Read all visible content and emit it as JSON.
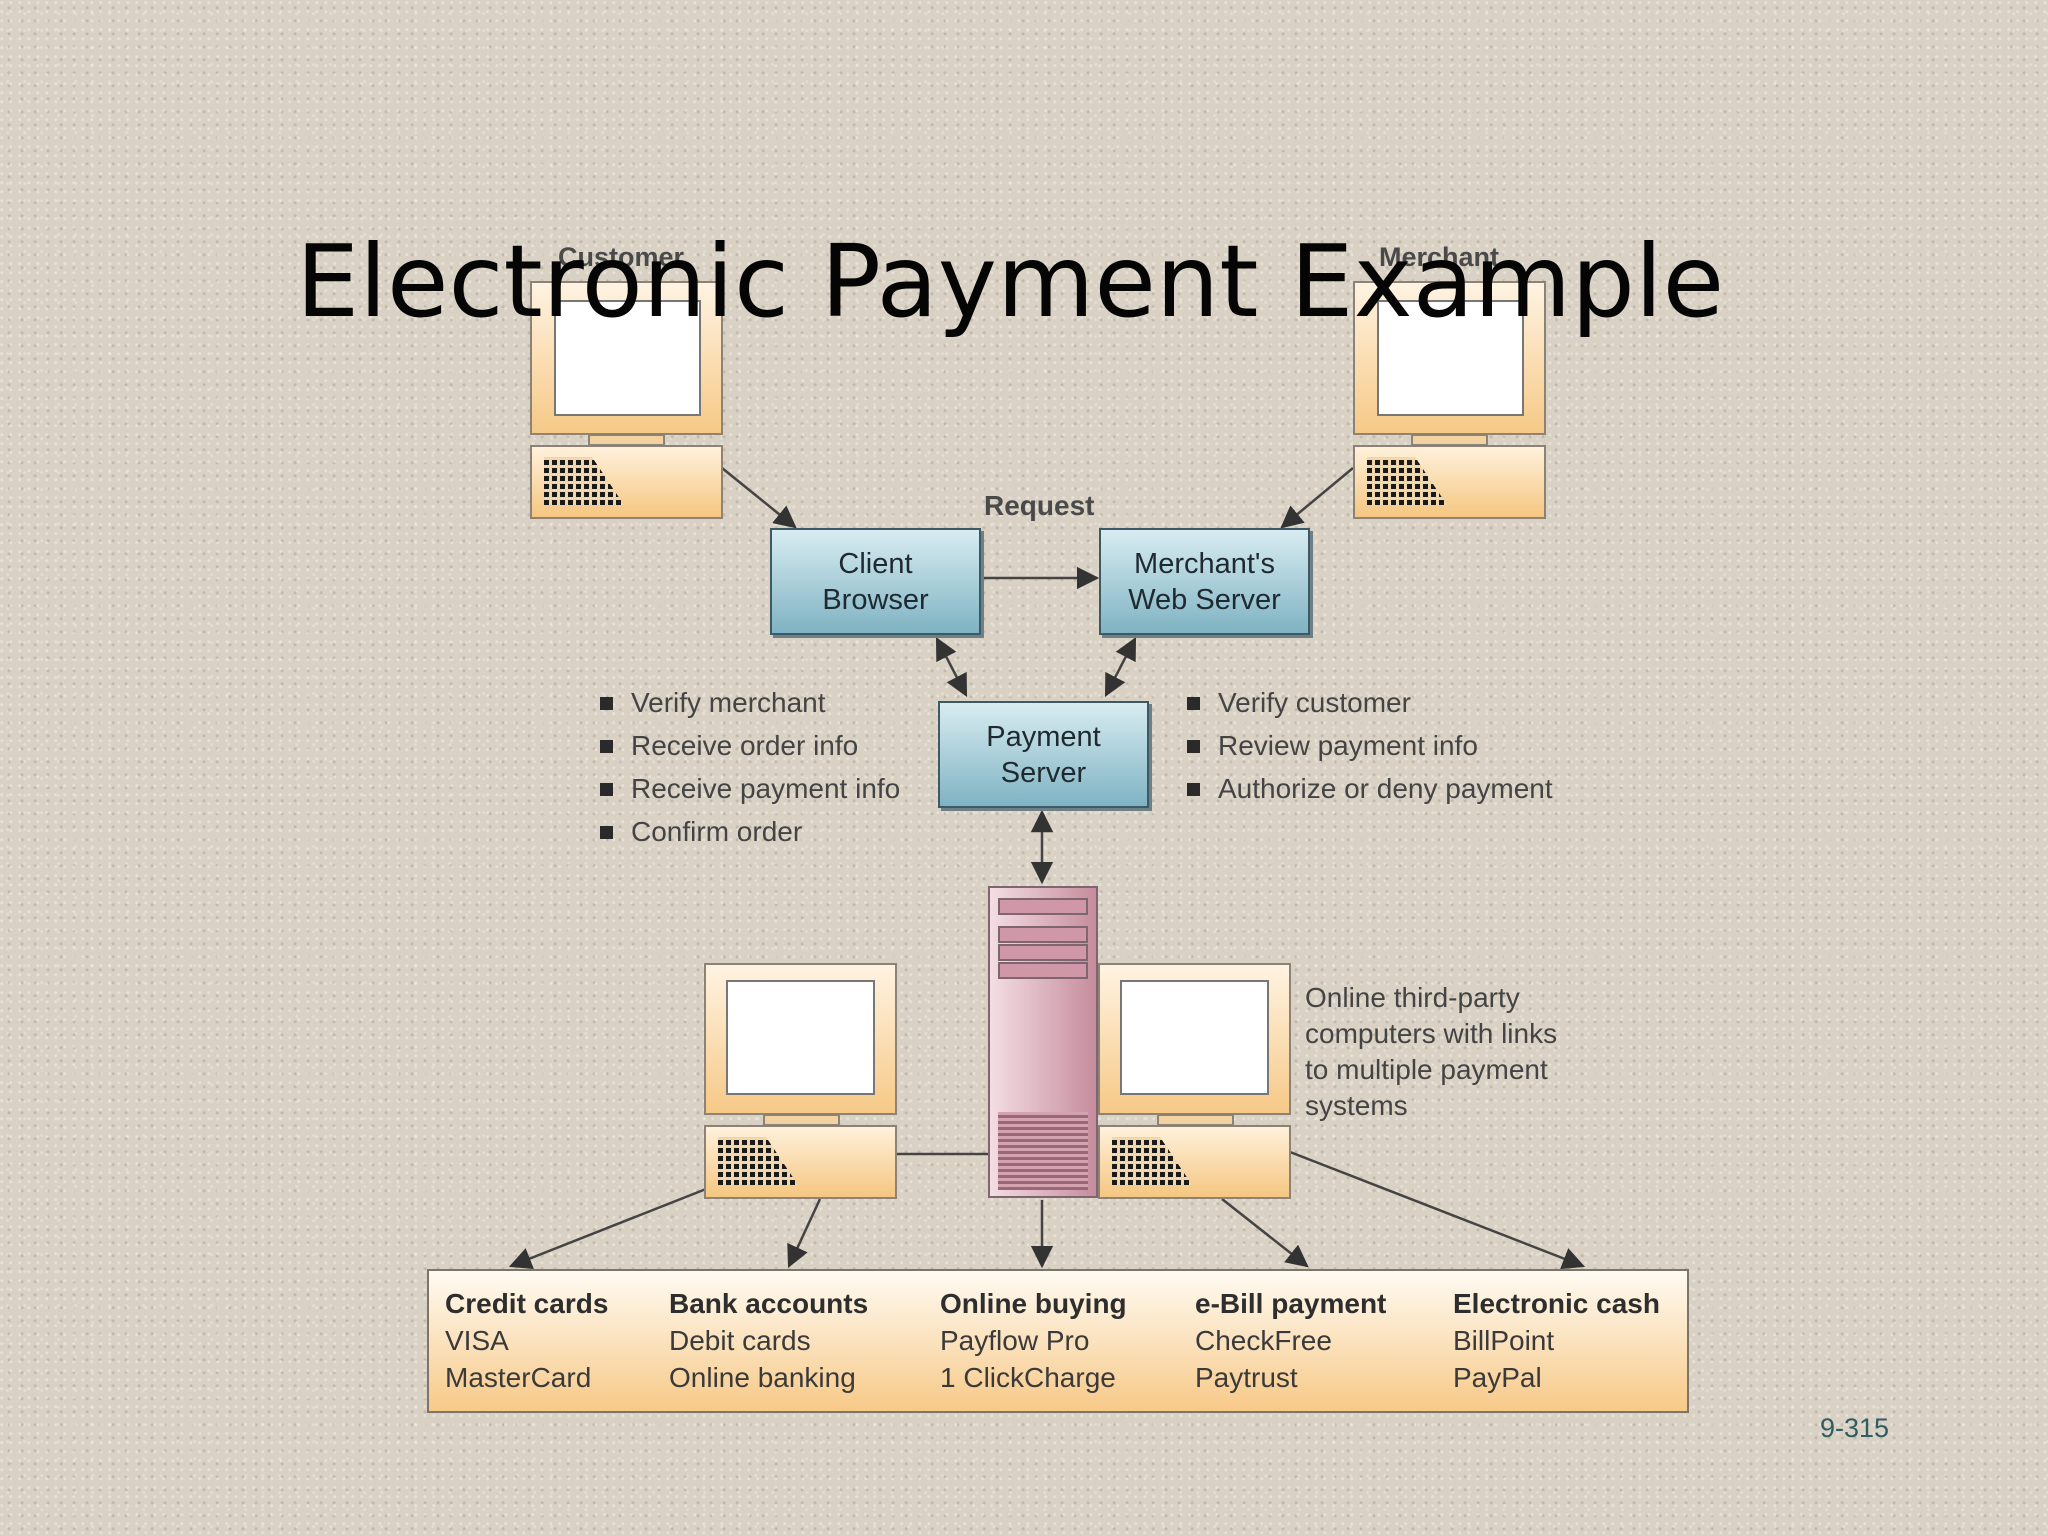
{
  "slide": {
    "title": "Electronic Payment Example",
    "page_number": "9-315"
  },
  "labels": {
    "customer": "Customer",
    "merchant": "Merchant",
    "request": "Request"
  },
  "nodes": {
    "client_browser": "Client\nBrowser",
    "merchant_server": "Merchant's\nWeb Server",
    "payment_server": "Payment\nServer"
  },
  "left_bullets": [
    "Verify merchant",
    "Receive order info",
    "Receive payment info",
    "Confirm order"
  ],
  "right_bullets": [
    "Verify customer",
    "Review payment info",
    "Authorize or deny payment"
  ],
  "third_party_note": "Online third-party computers with links to multiple payment systems",
  "payment_systems": [
    {
      "heading": "Credit cards",
      "items": [
        "VISA",
        "MasterCard"
      ]
    },
    {
      "heading": "Bank accounts",
      "items": [
        "Debit cards",
        "Online banking"
      ]
    },
    {
      "heading": "Online buying",
      "items": [
        "Payflow Pro",
        "1 ClickCharge"
      ]
    },
    {
      "heading": "e-Bill payment",
      "items": [
        "CheckFree",
        "Paytrust"
      ]
    },
    {
      "heading": "Electronic cash",
      "items": [
        "BillPoint",
        "PayPal"
      ]
    }
  ],
  "colors": {
    "process_box": "#7fb3c3",
    "computer": "#f6c987",
    "server_tower": "#c58c9c",
    "page_number": "#2e5d63"
  }
}
